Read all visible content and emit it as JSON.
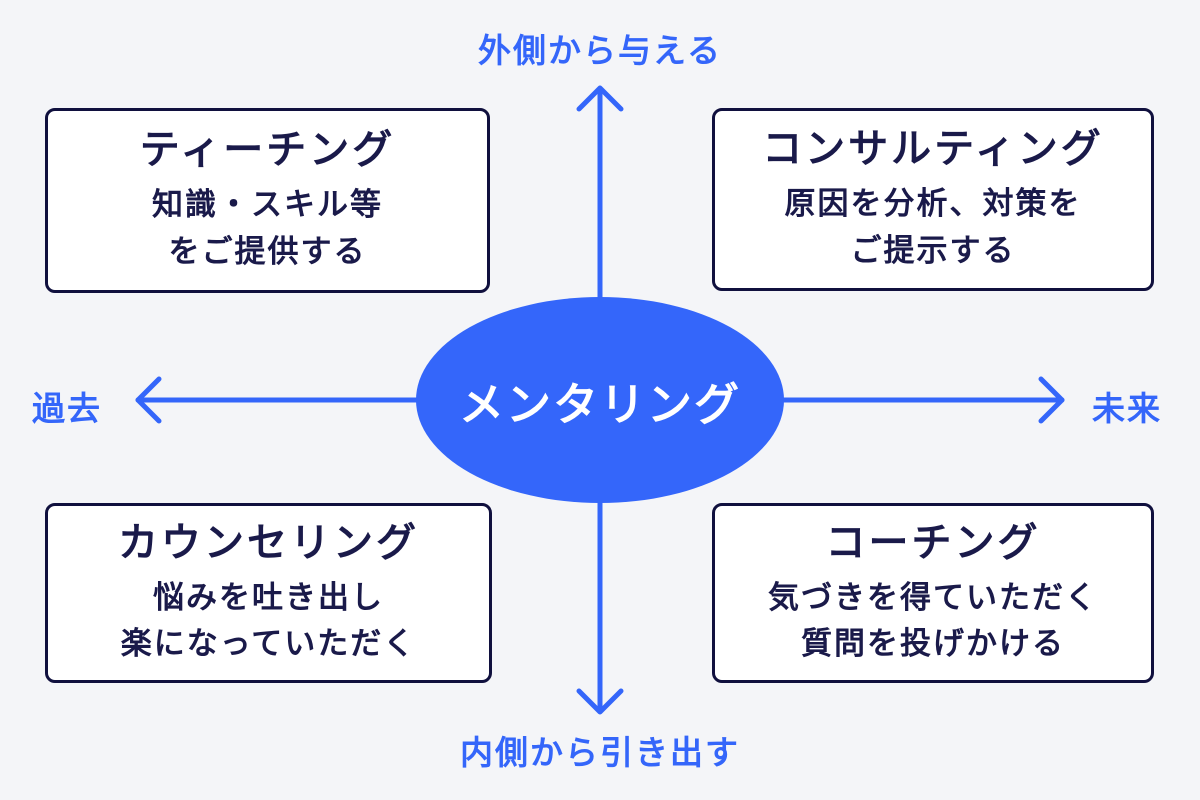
{
  "diagram": {
    "center": {
      "label": "メンタリング"
    },
    "axes": {
      "top": "外側から与える",
      "bottom": "内側から引き出す",
      "left": "過去",
      "right": "未来"
    },
    "quadrants": {
      "teaching": {
        "title": "ティーチング",
        "line1": "知識・スキル等",
        "line2": "をご提供する"
      },
      "consulting": {
        "title": "コンサルティング",
        "line1": "原因を分析、対策を",
        "line2": "ご提示する"
      },
      "counseling": {
        "title": "カウンセリング",
        "line1": "悩みを吐き出し",
        "line2": "楽になっていただく"
      },
      "coaching": {
        "title": "コーチング",
        "line1": "気づきを得ていただく",
        "line2": "質問を投げかける"
      }
    },
    "colors": {
      "accent_blue": "#3466fa",
      "navy_border": "#10103e",
      "navy_text": "#1a1a4a",
      "box_background": "#ffffff",
      "page_background": "#f4f5f8",
      "center_text": "#ffffff"
    }
  }
}
